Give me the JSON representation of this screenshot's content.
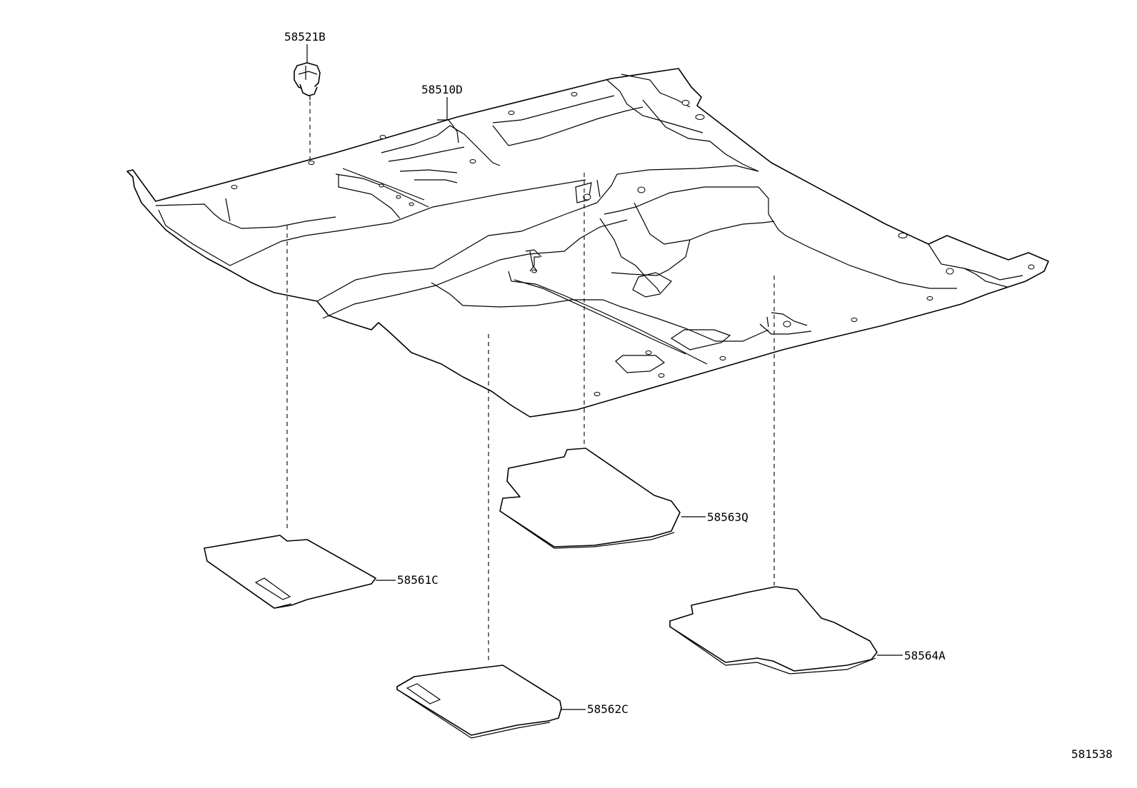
{
  "diagram": {
    "parts": [
      {
        "id": "clip",
        "label": "58521B"
      },
      {
        "id": "floor_carpet",
        "label": "58510D"
      },
      {
        "id": "front_right_mat",
        "label": "58563Q"
      },
      {
        "id": "front_left_mat",
        "label": "58561C"
      },
      {
        "id": "rear_right_mat",
        "label": "58564A"
      },
      {
        "id": "rear_left_mat",
        "label": "58562C"
      }
    ],
    "figure_number": "581538"
  },
  "colors": {
    "line": "#000000",
    "background": "#ffffff"
  }
}
